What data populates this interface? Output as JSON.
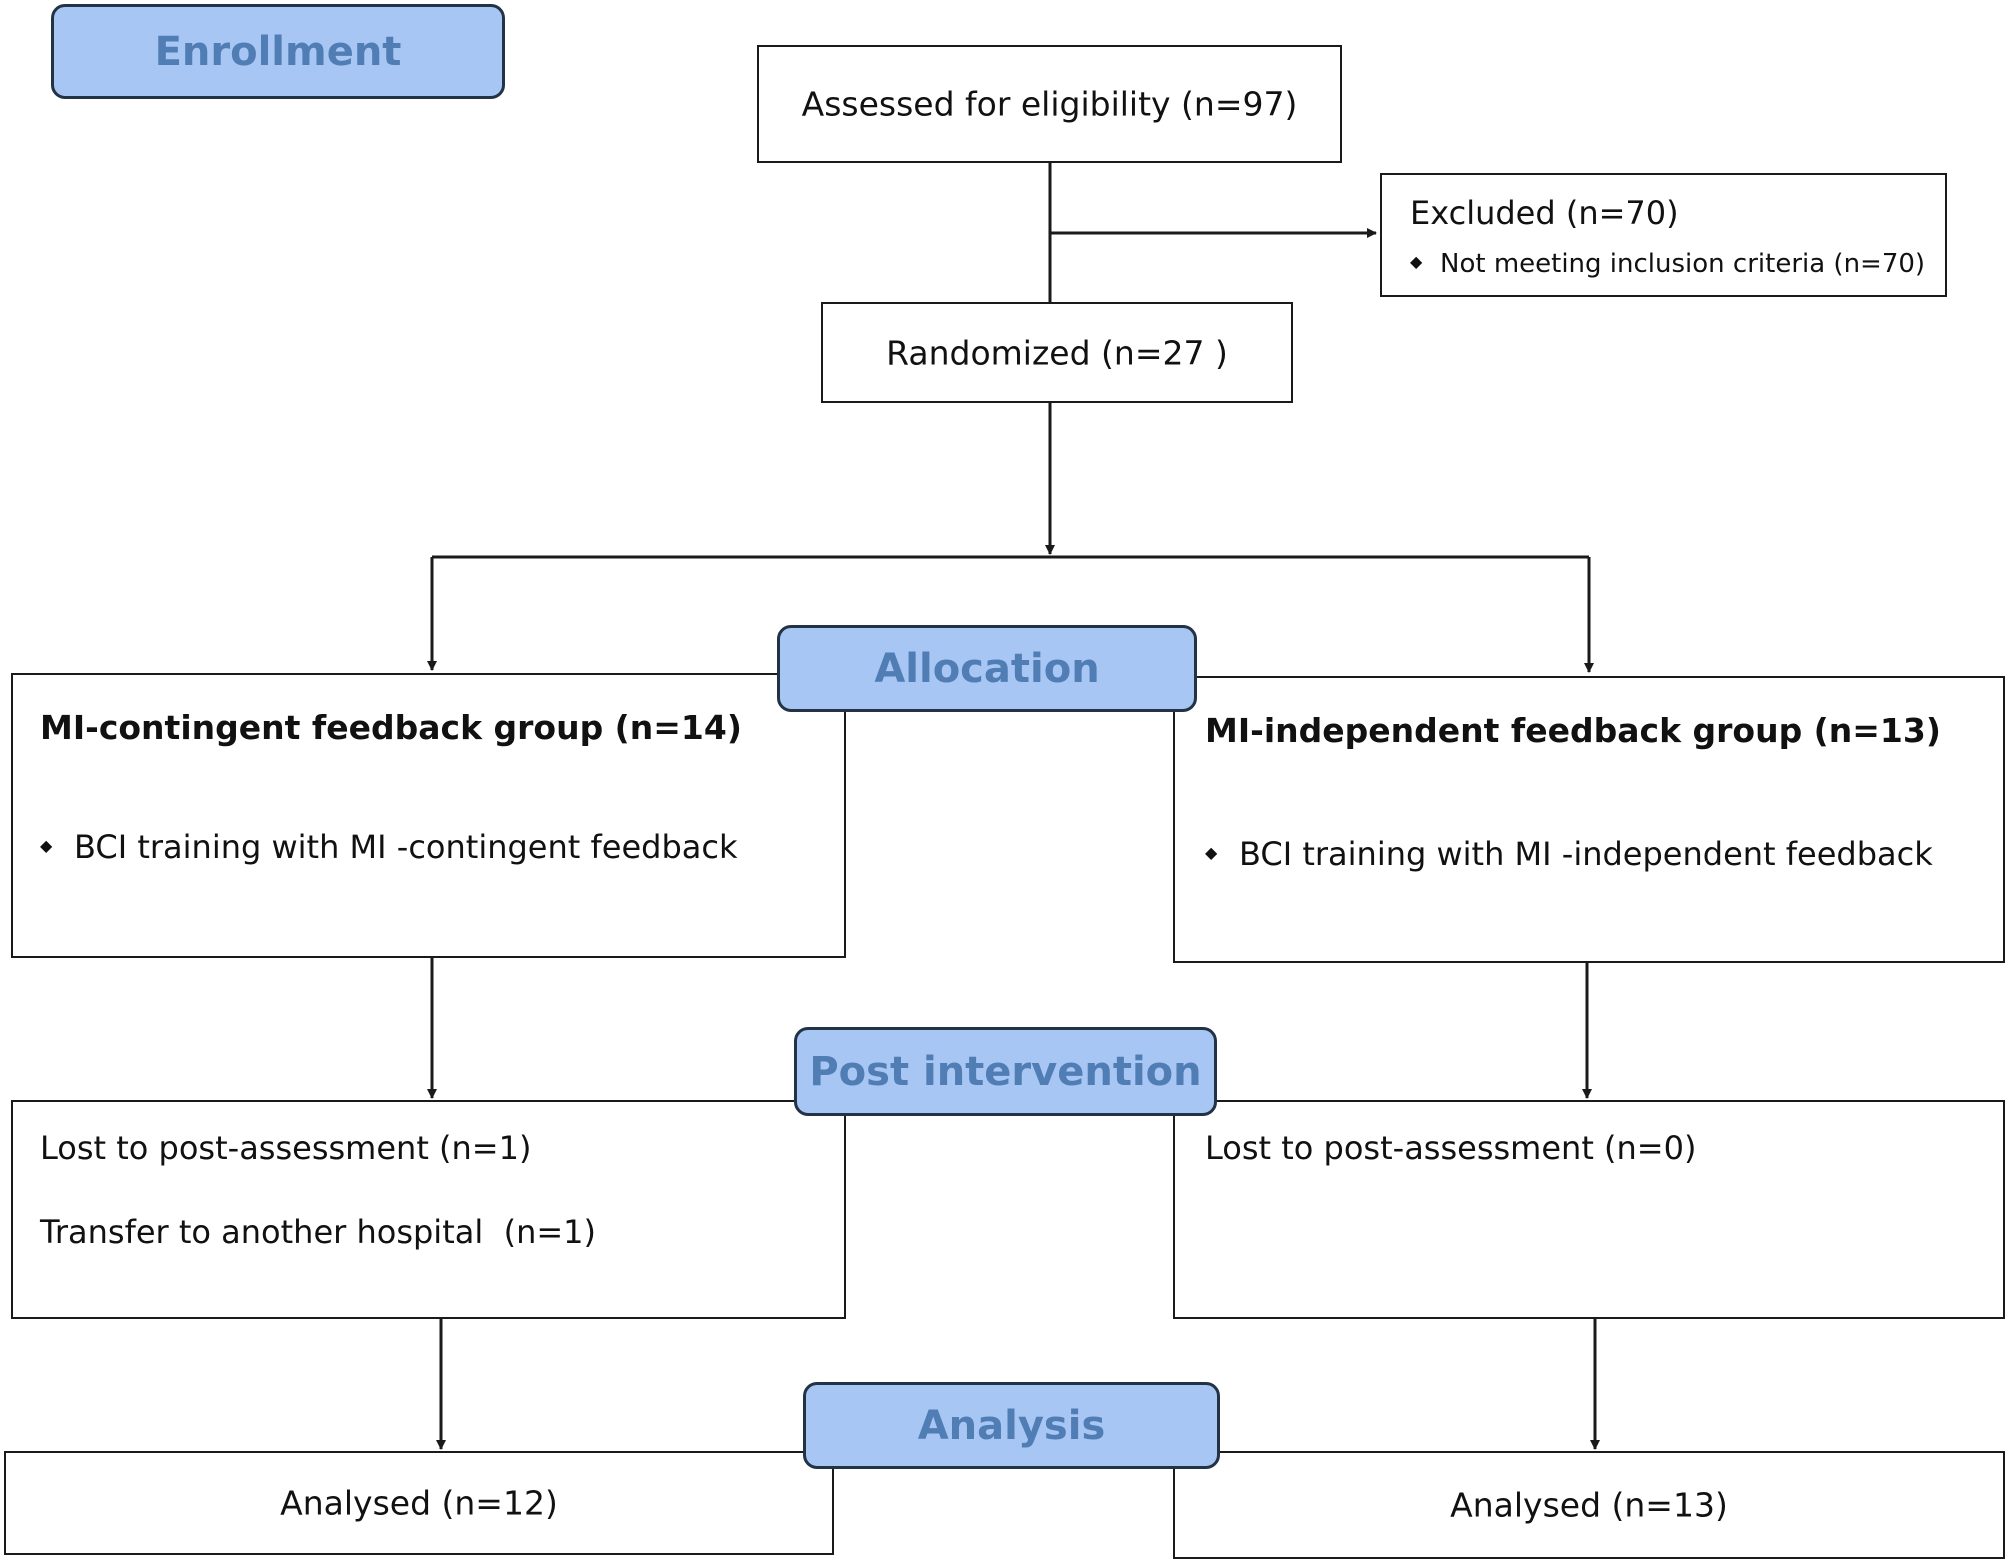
{
  "stages": {
    "enrollment": "Enrollment",
    "allocation": "Allocation",
    "post_intervention": "Post intervention",
    "analysis": "Analysis"
  },
  "enrollment": {
    "assessed": "Assessed for eligibility (n=97)",
    "excluded_title": "Excluded (n=70)",
    "excluded_reason": "Not meeting inclusion criteria (n=70)",
    "randomized": "Randomized (n=27 )"
  },
  "allocation": {
    "left": {
      "title": "MI-contingent feedback group (n=14)",
      "item": "BCI training with MI -contingent feedback"
    },
    "right": {
      "title": "MI-independent feedback group (n=13)",
      "item": "BCI training with MI -independent feedback"
    }
  },
  "post_intervention": {
    "left": {
      "lost": "Lost to post-assessment (n=1)",
      "transfer": "Transfer to another hospital  (n=1)"
    },
    "right": {
      "lost": "Lost to post-assessment (n=0)"
    }
  },
  "analysis": {
    "left": "Analysed (n=12)",
    "right": "Analysed (n=13)"
  },
  "icons": {
    "bullet": "◆"
  },
  "colors": {
    "stage_fill": "#a8c6f4",
    "stage_text": "#4f7db4",
    "stage_border": "#223345",
    "line": "#1a1a1a"
  }
}
